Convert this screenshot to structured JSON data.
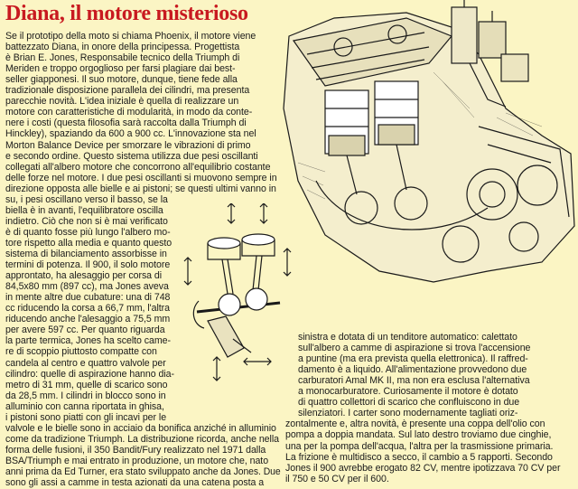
{
  "article": {
    "title": "Diana, il motore misterioso",
    "lines": [
      "Se il prototipo della moto si chiama Phoenix, il motore viene",
      "battezzato Diana, in onore della principessa. Progettista",
      "è Brian E. Jones, Responsabile tecnico della Triumph di",
      "Meriden e troppo orgoglioso per farsi plagiare dai best-",
      "seller giapponesi. Il suo motore, dunque, tiene fede alla",
      "tradizionale disposizione parallela dei cilindri, ma presenta",
      "parecchie novità. L'idea iniziale è quella di realizzare un",
      "motore con caratteristiche di modularità, in modo da conte-",
      "nere i costi (questa filosofia sarà raccolta dalla Triumph di",
      "Hinckley), spaziando da 600 a 900 cc. L'innovazione sta nel",
      "Morton Balance Device per smorzare le vibrazioni di primo",
      "e secondo ordine. Questo sistema utilizza due pesi oscillanti",
      "collegati all'albero motore che concorrono all'equilibrio costante",
      "delle forze nel motore. I due pesi oscillanti si muovono sempre in",
      "direzione opposta alle bielle e ai pistoni; se questi ultimi vanno in",
      "su, i pesi oscillano verso il basso, se la",
      "biella è in avanti, l'equilibratore oscilla",
      "indietro. Ciò che non si è mai verificato",
      "è di quanto fosse più lungo l'albero mo-",
      "tore rispetto alla media e quanto questo",
      "sistema di bilanciamento assorbisse in",
      "termini di potenza. Il 900, il solo motore",
      "approntato, ha alesaggio per corsa di",
      "84,5x80 mm (897 cc), ma Jones aveva",
      "in mente altre due cubature: una di 748",
      "cc riducendo la corsa a 66,7 mm, l'altra",
      "riducendo anche l'alesaggio a 75,5 mm",
      "per avere 597 cc. Per quanto riguarda",
      "la parte termica, Jones ha scelto came-",
      "re di scoppio piuttosto compatte con",
      "candela al centro e quattro valvole per",
      "cilindro: quelle di aspirazione hanno dia-",
      "metro di 31 mm, quelle di scarico sono",
      "da 28,5 mm. I cilindri in blocco sono in",
      "alluminio con canna riportata in ghisa,",
      "i pistoni sono piatti con gli incavi per le",
      "valvole e le bielle sono in acciaio da bonifica anziché in alluminio",
      "come da tradizione Triumph. La distribuzione ricorda, anche nella",
      "forma delle fusioni, il 350 Bandit/Fury realizzato nel 1971 dalla",
      "BSA/Triumph e mai entrato in produzione, un motore che, nato",
      "anni prima da Ed Turner, era stato sviluppato anche da Jones. Due",
      "sono gli assi a camme in testa azionati da una catena posta a"
    ],
    "right_lines": [
      "sinistra e dotata di un tenditore automatico: calettato",
      "sull'albero a camme di aspirazione si trova l'accensione",
      "a puntine (ma era prevista quella elettronica). Il raffred-",
      "damento è a liquido. All'alimentazione provvedono due",
      "carburatori Amal MK II, ma non era esclusa l'alternativa",
      "a monocarburatore. Curiosamente il motore è dotato",
      "di quattro collettori di scarico che confluiscono in due",
      "silenziatori. I carter sono modernamente tagliati oriz-",
      "zontalmente e, altra novità, è presente una coppa dell'olio con",
      "pompa a doppia mandata. Sul lato destro troviamo due cinghie,",
      "una per la pompa dell'acqua, l'altra per la trasmissione primaria.",
      "La frizione è multidisco a secco, il cambio a 5 rapporti. Secondo",
      "Jones il 900 avrebbe erogato 82 CV, mentre ipotizzava 70 CV per",
      "il 750 e 50 CV per il 600."
    ]
  },
  "illustrations": {
    "engine": "engine-cutaway-drawing",
    "crank": "crankshaft-pistons-drawing"
  },
  "colors": {
    "title": "#c81a20",
    "background": "#fbf5c4"
  }
}
